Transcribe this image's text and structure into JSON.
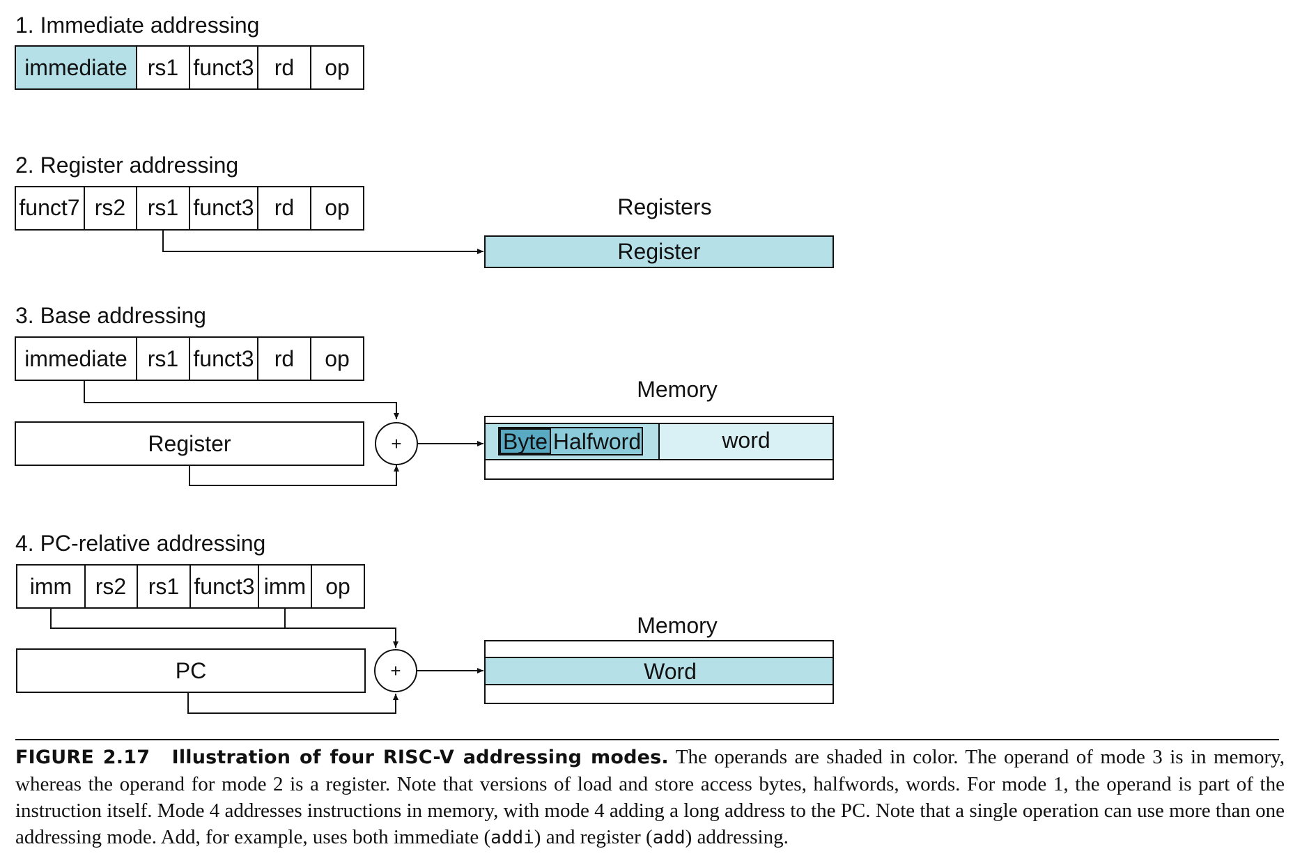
{
  "colors": {
    "operand_shade": "#b5e0e8",
    "word_shade": "#d9f0f4",
    "byte_shade": "#5aa9c3",
    "line": "#111111"
  },
  "modes": [
    {
      "title": "1.  Immediate addressing",
      "fields": [
        "immediate",
        "rs1",
        "funct3",
        "rd",
        "op"
      ]
    },
    {
      "title": "2. Register addressing",
      "fields": [
        "funct7",
        "rs2",
        "rs1",
        "funct3",
        "rd",
        "op"
      ],
      "target_title": "Registers",
      "target_label": "Register"
    },
    {
      "title": "3.  Base addressing",
      "fields": [
        "immediate",
        "rs1",
        "funct3",
        "rd",
        "op"
      ],
      "base_label": "Register",
      "adder_label": "+",
      "target_title": "Memory",
      "byte_label": "Byte",
      "halfword_label": "Halfword",
      "word_label": "word"
    },
    {
      "title": "4.  PC-relative addressing",
      "fields": [
        "imm",
        "rs2",
        "rs1",
        "funct3",
        "imm",
        "op"
      ],
      "base_label": "PC",
      "adder_label": "+",
      "target_title": "Memory",
      "target_label": "Word"
    }
  ],
  "caption": {
    "label": "FIGURE 2.17",
    "heading": "Illustration of four RISC-V addressing modes.",
    "text_1": "The operands are shaded in color. The operand of mode 3 is in memory, whereas the operand for mode 2 is a register. Note that versions of load and store access bytes, halfwords, words. For mode 1, the operand is part of the instruction itself. Mode 4 addresses instructions in memory, with mode 4 adding a long address to the PC. Note that a single operation can use more than one addressing mode. Add, for example, uses both immediate (",
    "code_1": "addi",
    "text_2": ") and register (",
    "code_2": "add",
    "text_3": ") addressing."
  }
}
